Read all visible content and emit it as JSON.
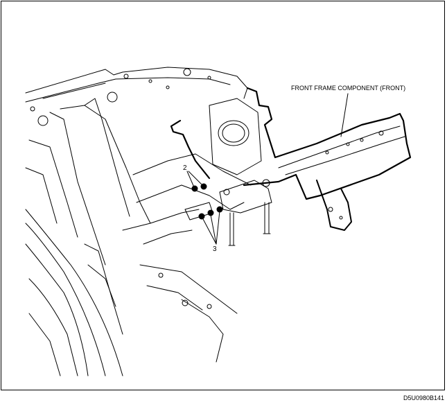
{
  "callouts": {
    "front_frame_label": "FRONT FRAME COMPONENT (FRONT)",
    "item_2": "2",
    "item_3": "3"
  },
  "figure_code": "D5U0980B141",
  "colors": {
    "line": "#000000",
    "background": "#ffffff",
    "weld_point": "#000000"
  }
}
